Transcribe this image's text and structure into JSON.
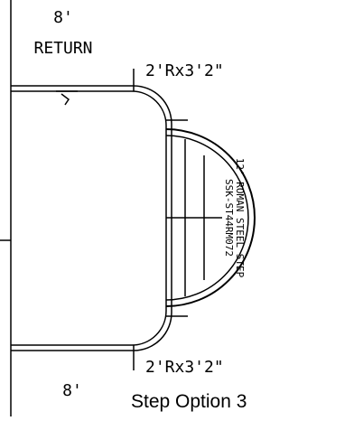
{
  "drawing": {
    "top_return": {
      "length": "8'",
      "label": "RETURN"
    },
    "bottom_return": {
      "length": "8'"
    },
    "radius_top": "2'Rx3'2\"",
    "radius_bottom": "2'Rx3'2\"",
    "step_name": "12' ROMAN STEEL STEP",
    "step_code": "SSK-ST44RM072",
    "caption": "Step Option 3"
  },
  "colors": {
    "ink": "#000000",
    "background": "#ffffff"
  }
}
